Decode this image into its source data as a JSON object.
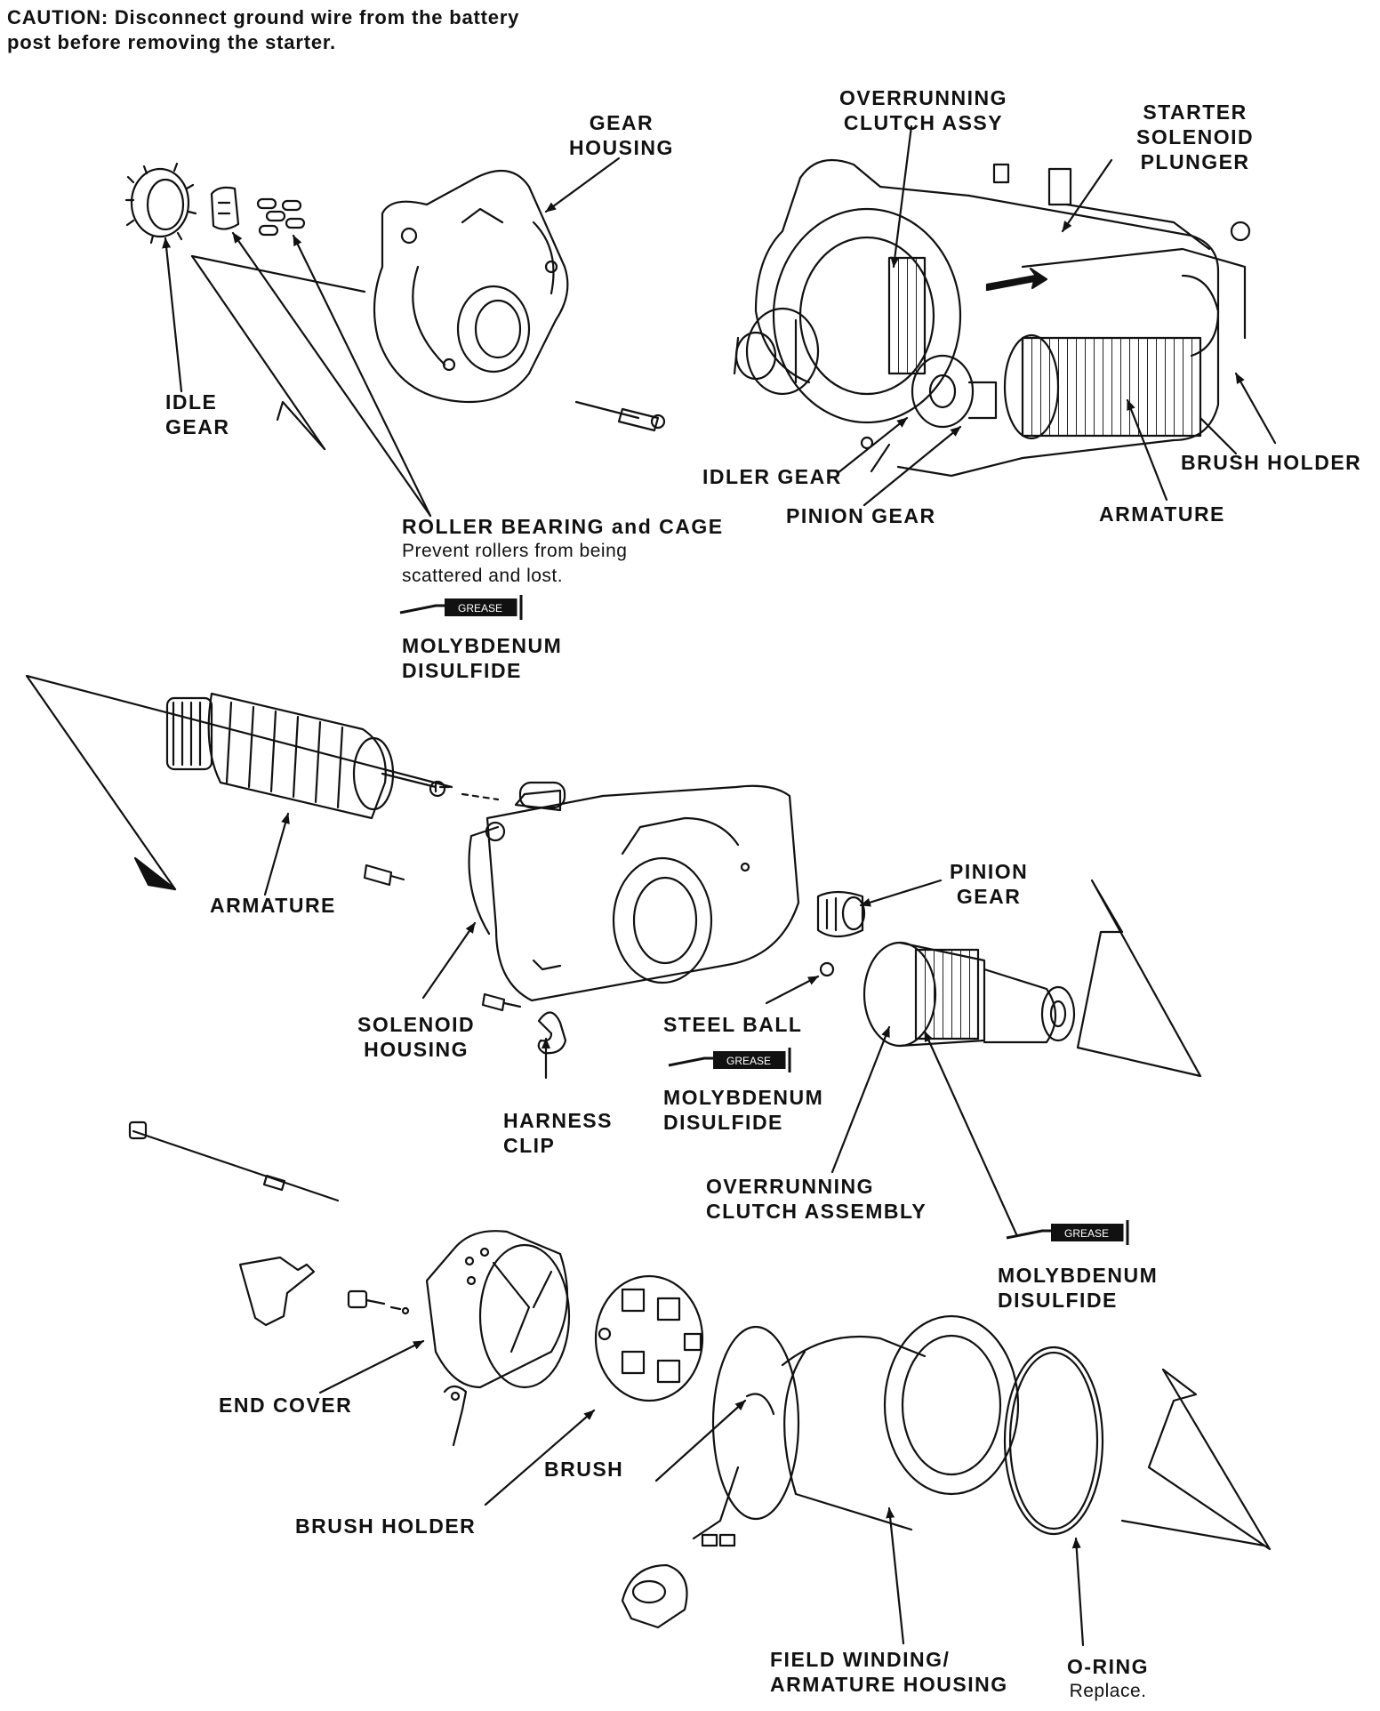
{
  "caution": {
    "line1": "CAUTION: Disconnect ground wire from the battery",
    "line2": "post before removing the starter."
  },
  "labels": {
    "gear_housing": [
      "GEAR",
      "HOUSING"
    ],
    "overrunning_clutch_assy": [
      "OVERRUNNING",
      "CLUTCH ASSY"
    ],
    "starter_solenoid_plunger": [
      "STARTER",
      "SOLENOID",
      "PLUNGER"
    ],
    "idle_gear": [
      "IDLE",
      "GEAR"
    ],
    "idler_gear": "IDLER GEAR",
    "pinion_gear_top": "PINION GEAR",
    "armature_top": "ARMATURE",
    "brush_holder_top": "BRUSH HOLDER",
    "roller_bearing": "ROLLER BEARING and CAGE",
    "roller_note": [
      "Prevent rollers from being",
      "scattered and lost."
    ],
    "moly_1": [
      "MOLYBDENUM",
      "DISULFIDE"
    ],
    "armature_mid": "ARMATURE",
    "pinion_gear_mid": [
      "PINION",
      "GEAR"
    ],
    "solenoid_housing": [
      "SOLENOID",
      "HOUSING"
    ],
    "steel_ball": "STEEL BALL",
    "moly_2": [
      "MOLYBDENUM",
      "DISULFIDE"
    ],
    "harness_clip": [
      "HARNESS",
      "CLIP"
    ],
    "overrunning_clutch_assembly": [
      "OVERRUNNING",
      "CLUTCH ASSEMBLY"
    ],
    "moly_3": [
      "MOLYBDENUM",
      "DISULFIDE"
    ],
    "end_cover": "END COVER",
    "brush": "BRUSH",
    "brush_holder_bottom": "BRUSH HOLDER",
    "field_winding": [
      "FIELD WINDING/",
      "ARMATURE HOUSING"
    ],
    "o_ring": "O-RING",
    "o_ring_note": "Replace."
  },
  "grease_icon_text": "GREASE"
}
